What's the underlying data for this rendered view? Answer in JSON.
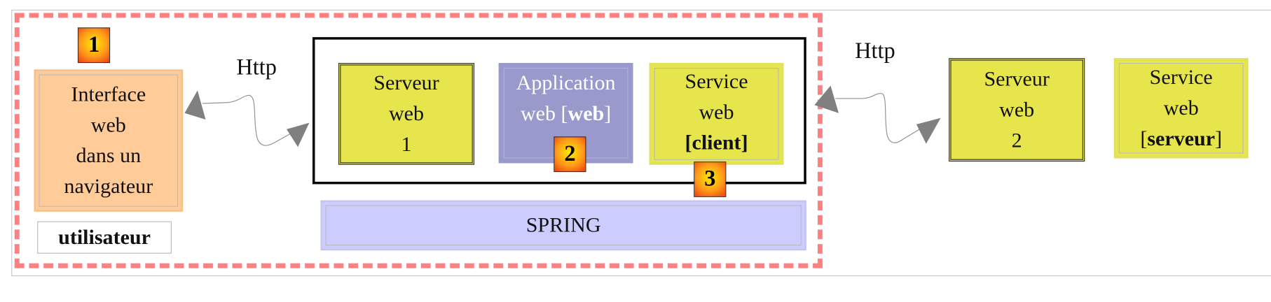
{
  "badges": {
    "one": "1",
    "two": "2",
    "three": "3"
  },
  "browser": {
    "line1": "Interface",
    "line2": "web",
    "line3": "dans un",
    "line4": "navigateur"
  },
  "user_label": "utilisateur",
  "http_left": "Http",
  "http_right": "Http",
  "server1": {
    "line1": "Serveur",
    "line2": "web",
    "line3": "1"
  },
  "app": {
    "line1": "Application",
    "line2_plain": "web [",
    "line2_bold": "web",
    "line2_end": "]"
  },
  "client": {
    "line1": "Service",
    "line2": "web",
    "line3_open": "[",
    "line3_bold": "client",
    "line3_close": "]"
  },
  "spring": "SPRING",
  "server2": {
    "line1": "Serveur",
    "line2": "web",
    "line3": "2"
  },
  "service_server": {
    "line1": "Service",
    "line2": "web",
    "line3_open": "[",
    "line3_bold": "serveur",
    "line3_close": "]"
  },
  "colors": {
    "dashed_border": "#ff8080",
    "browser": "#ffcc99",
    "yellow": "#e6e64c",
    "app": "#9999cc",
    "spring": "#ccccff",
    "arrow": "#808080"
  }
}
